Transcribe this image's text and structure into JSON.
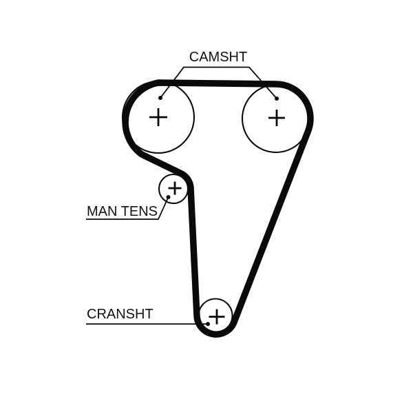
{
  "diagram": {
    "type": "timing-belt-routing-diagram",
    "colors": {
      "line": "#0a0a0a",
      "background": "#ffffff"
    },
    "labels": {
      "camshaft": "CAMSHT",
      "manual_tensioner": "MAN TENS",
      "crankshaft": "CRANSHT"
    },
    "icons": {
      "center_cross": "+"
    },
    "components": [
      {
        "id": "camshaft-pulley-left",
        "marker": "+"
      },
      {
        "id": "camshaft-pulley-right",
        "marker": "+"
      },
      {
        "id": "manual-tensioner-pulley",
        "marker": "+"
      },
      {
        "id": "crankshaft-pulley",
        "marker": "+"
      }
    ]
  }
}
